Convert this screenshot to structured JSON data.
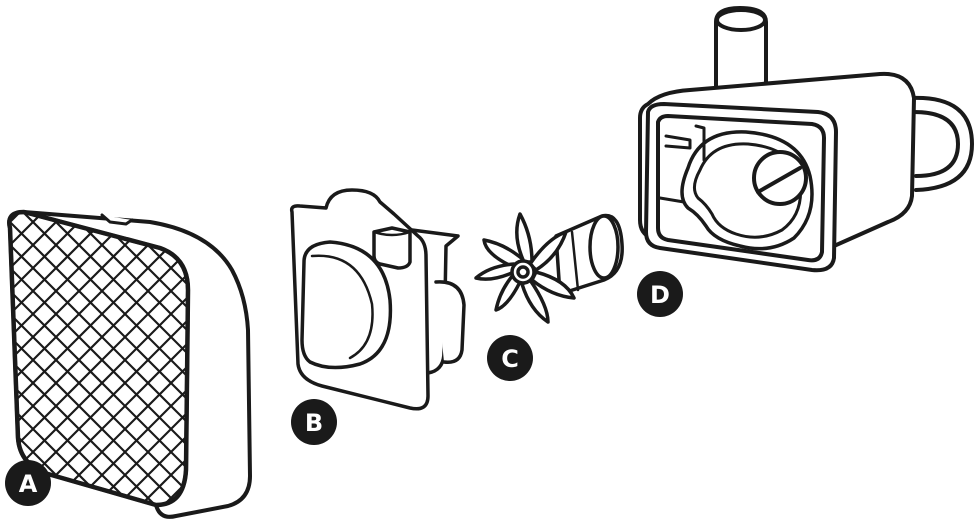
{
  "labels": {
    "a": "A",
    "b": "B",
    "c": "C",
    "d": "D"
  },
  "colors": {
    "stroke": "#1a1a1a",
    "fill": "#ffffff",
    "badge": "#1a1a1a"
  }
}
